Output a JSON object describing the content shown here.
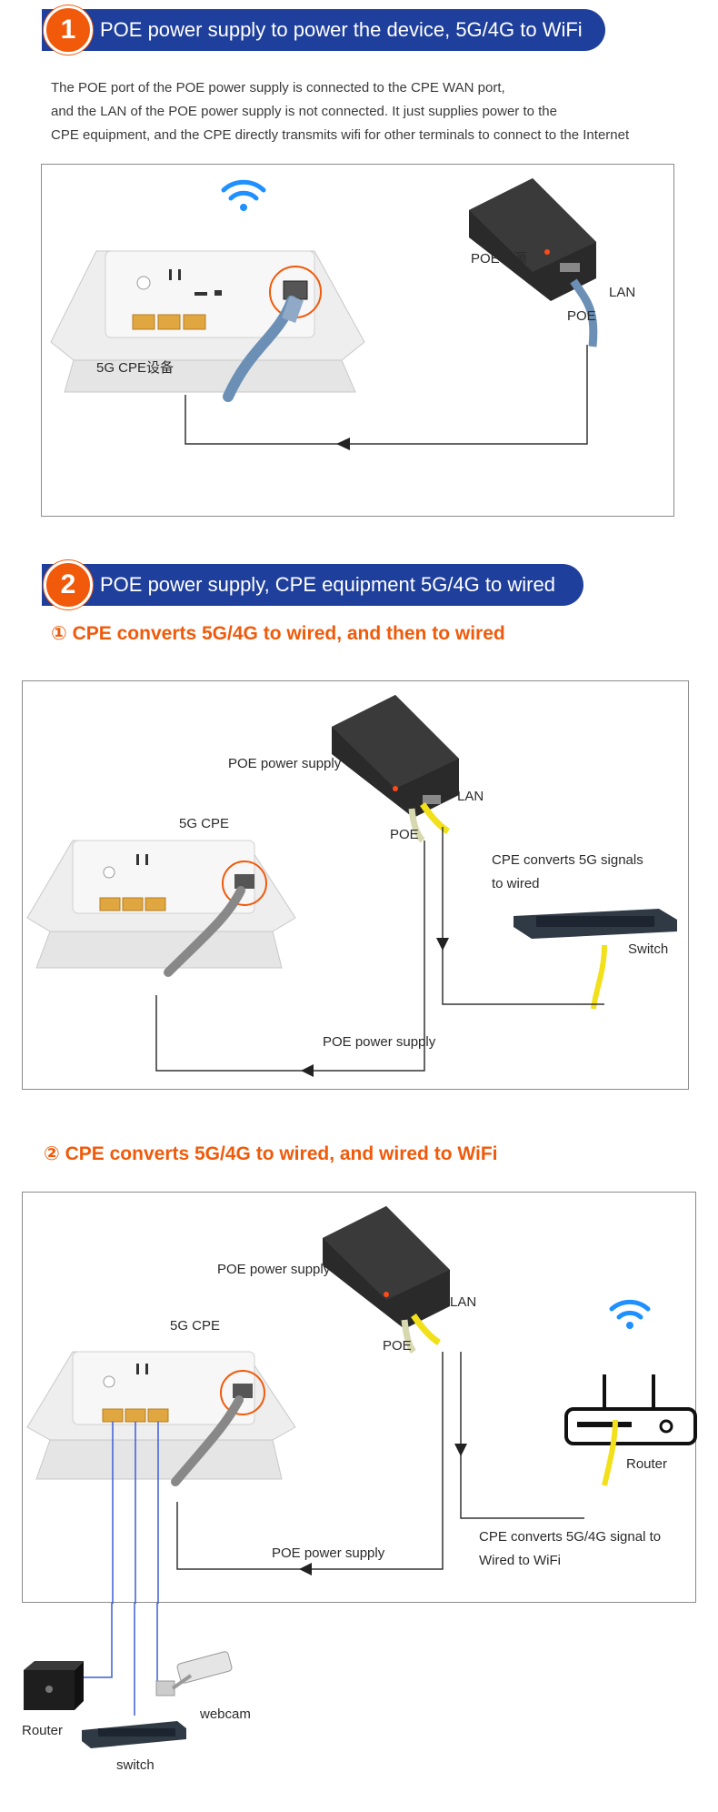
{
  "section1": {
    "number": "1",
    "title": "POE power supply to power the device, 5G/4G to WiFi",
    "intro": [
      "The POE port of the POE power supply is connected to the CPE WAN port,",
      "and the LAN of the POE power supply is not connected. It just supplies power to the",
      "CPE equipment, and the CPE directly transmits wifi for other terminals to connect to the Internet"
    ],
    "labels": {
      "poe_supply": "POE电源",
      "lan": "LAN",
      "poe": "POE",
      "cpe": "5G CPE设备"
    }
  },
  "section2": {
    "number": "2",
    "title": "POE power supply, CPE equipment 5G/4G to wired",
    "sub1": {
      "title": "① CPE converts 5G/4G to wired, and then to wired",
      "labels": {
        "poe_supply": "POE power supply",
        "lan": "LAN",
        "poe": "POE",
        "cpe": "5G CPE",
        "converts_line1": "CPE converts 5G signals",
        "converts_line2": "to wired",
        "switch": "Switch",
        "poe_power_line": "POE power supply"
      }
    },
    "sub2": {
      "title": "② CPE converts 5G/4G to wired, and wired to WiFi",
      "labels": {
        "poe_supply": "POE power supply",
        "lan": "LAN",
        "poe": "POE",
        "cpe": "5G CPE",
        "router_right": "Router",
        "converts_line1": "CPE converts 5G/4G signal to",
        "converts_line2": "Wired to WiFi",
        "poe_power_line": "POE power supply",
        "router_bottom": "Router",
        "webcam": "webcam",
        "switch": "switch"
      }
    }
  },
  "colors": {
    "header_blue": "#1f3f9c",
    "accent_orange": "#f05a0a",
    "wifi_blue": "#1e90ff",
    "cable_yellow": "#f2e01a",
    "cable_blue": "#6b8fb5"
  }
}
